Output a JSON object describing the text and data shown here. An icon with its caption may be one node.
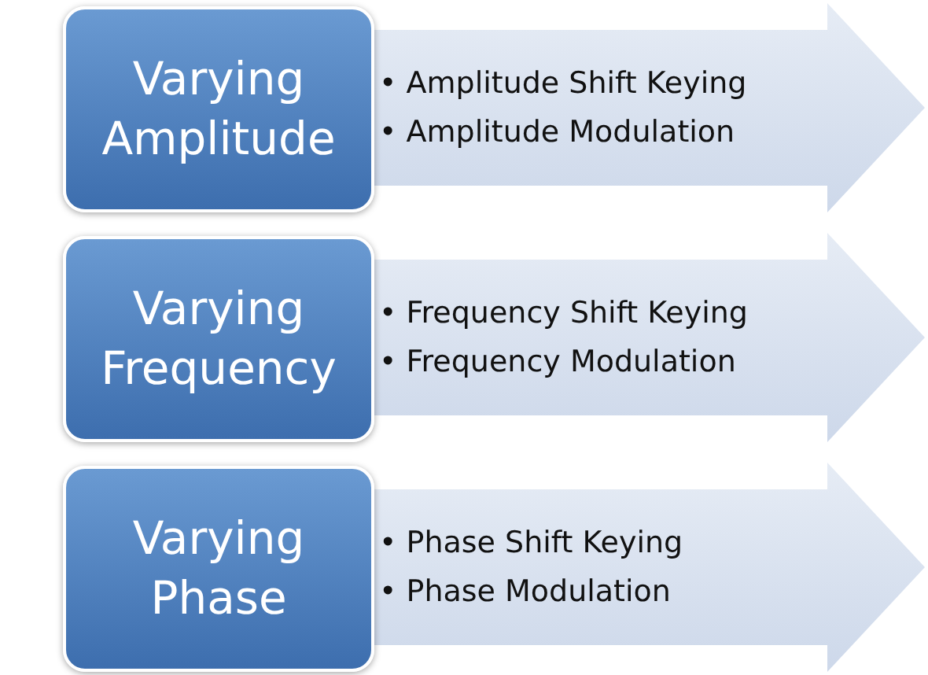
{
  "diagram": {
    "nodes": [
      {
        "text": [
          "Varying Amplitude"
        ]
      },
      {
        "text": [
          "• Amplitude Shift Keying",
          "• Amplitude Modulation"
        ]
      },
      {
        "text": [
          "Varying Frequency"
        ]
      },
      {
        "text": [
          "• Frequency Shift Keying",
          "• Frequency Modulation"
        ]
      },
      {
        "text": [
          "Varying Phase"
        ]
      },
      {
        "text": [
          "• Phase Shift Keying",
          "• Phase Modulation"
        ]
      }
    ]
  }
}
